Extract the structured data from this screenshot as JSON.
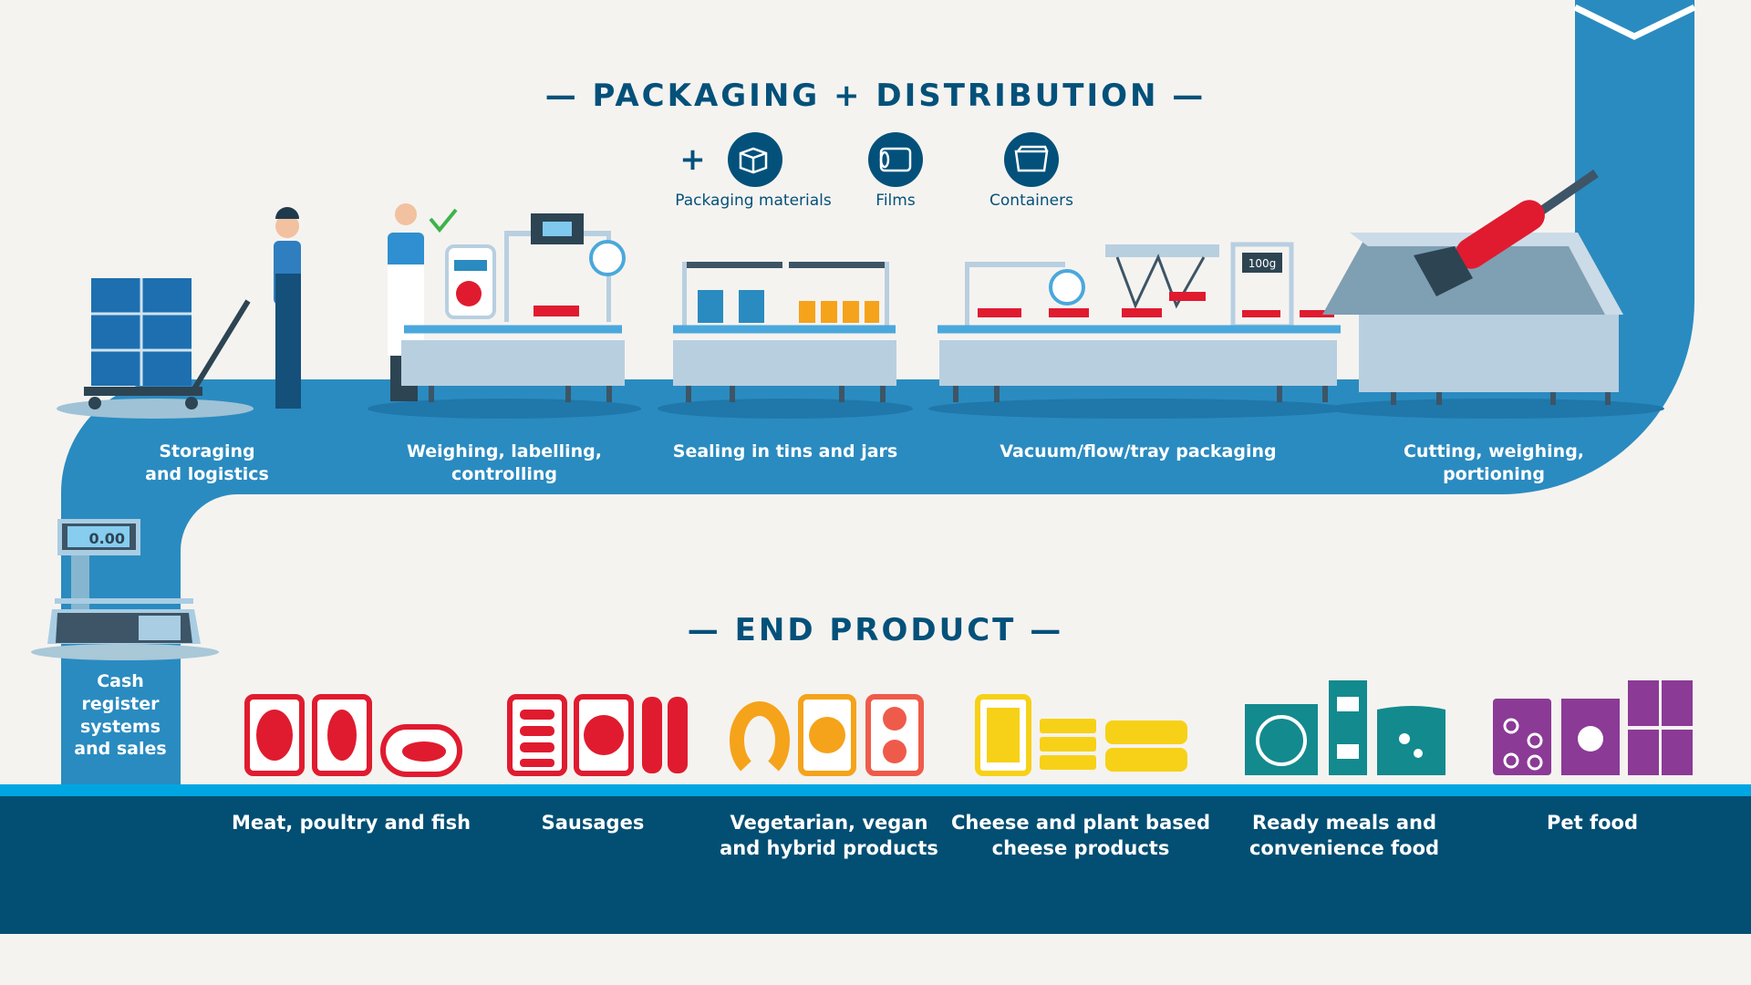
{
  "packaging": {
    "title": "— PACKAGING + DISTRIBUTION —",
    "plus": "+",
    "materials": [
      {
        "icon": "box-icon",
        "label": "Packaging materials"
      },
      {
        "icon": "film-roll-icon",
        "label": "Films"
      },
      {
        "icon": "container-icon",
        "label": "Containers"
      }
    ],
    "stages": [
      {
        "line1": "Storaging",
        "line2": "and logistics"
      },
      {
        "line1": "Weighing, labelling,",
        "line2": "controlling"
      },
      {
        "line1": "Sealing in tins and jars",
        "line2": ""
      },
      {
        "line1": "Vacuum/flow/tray packaging",
        "line2": ""
      },
      {
        "line1": "Cutting, weighing,",
        "line2": "portioning"
      }
    ],
    "weight_tag": "100g"
  },
  "cash_register": {
    "display": "0.00",
    "lines": [
      "Cash",
      "register",
      "systems",
      "and sales"
    ]
  },
  "end_product": {
    "title": "— END PRODUCT —",
    "products": [
      {
        "line1": "Meat, poultry and fish",
        "line2": "",
        "color": "#e01b2f"
      },
      {
        "line1": "Sausages",
        "line2": "",
        "color": "#e01b2f"
      },
      {
        "line1": "Vegetarian, vegan",
        "line2": "and hybrid products",
        "color": "#f5a31a"
      },
      {
        "line1": "Cheese and plant based",
        "line2": "cheese products",
        "color": "#f7d117"
      },
      {
        "line1": "Ready meals and",
        "line2": "convenience food",
        "color": "#138a8e"
      },
      {
        "line1": "Pet food",
        "line2": "",
        "color": "#8b3a96"
      }
    ]
  },
  "colors": {
    "band": "#2a8bc0",
    "navy": "#024f73",
    "accent_line": "#00a6e2",
    "background": "#f5f3f0"
  }
}
